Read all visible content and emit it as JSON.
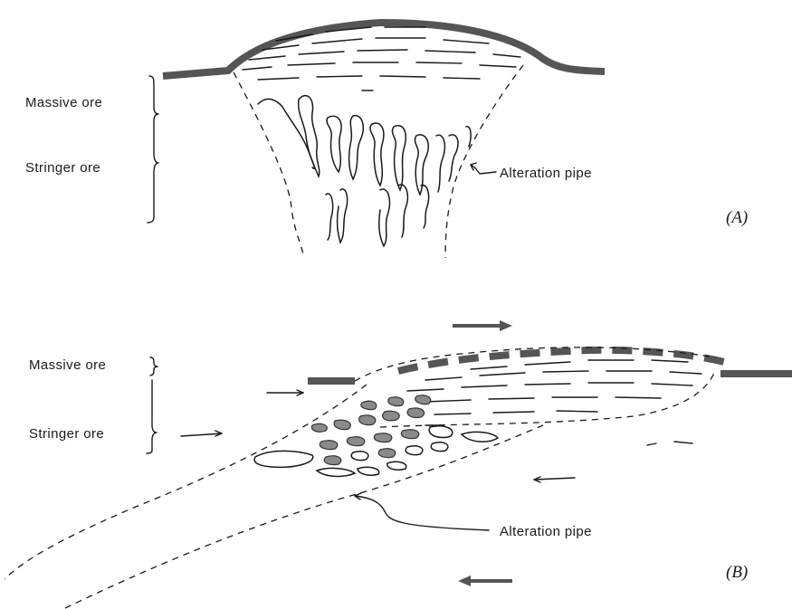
{
  "panel_a": {
    "label_massive": "Massive ore",
    "label_stringer": "Stringer ore",
    "label_pipe": "Alteration pipe",
    "panel_tag": "(A)"
  },
  "panel_b": {
    "label_massive": "Massive ore",
    "label_stringer": "Stringer ore",
    "label_pipe": "Alteration pipe",
    "panel_tag": "(B)"
  }
}
